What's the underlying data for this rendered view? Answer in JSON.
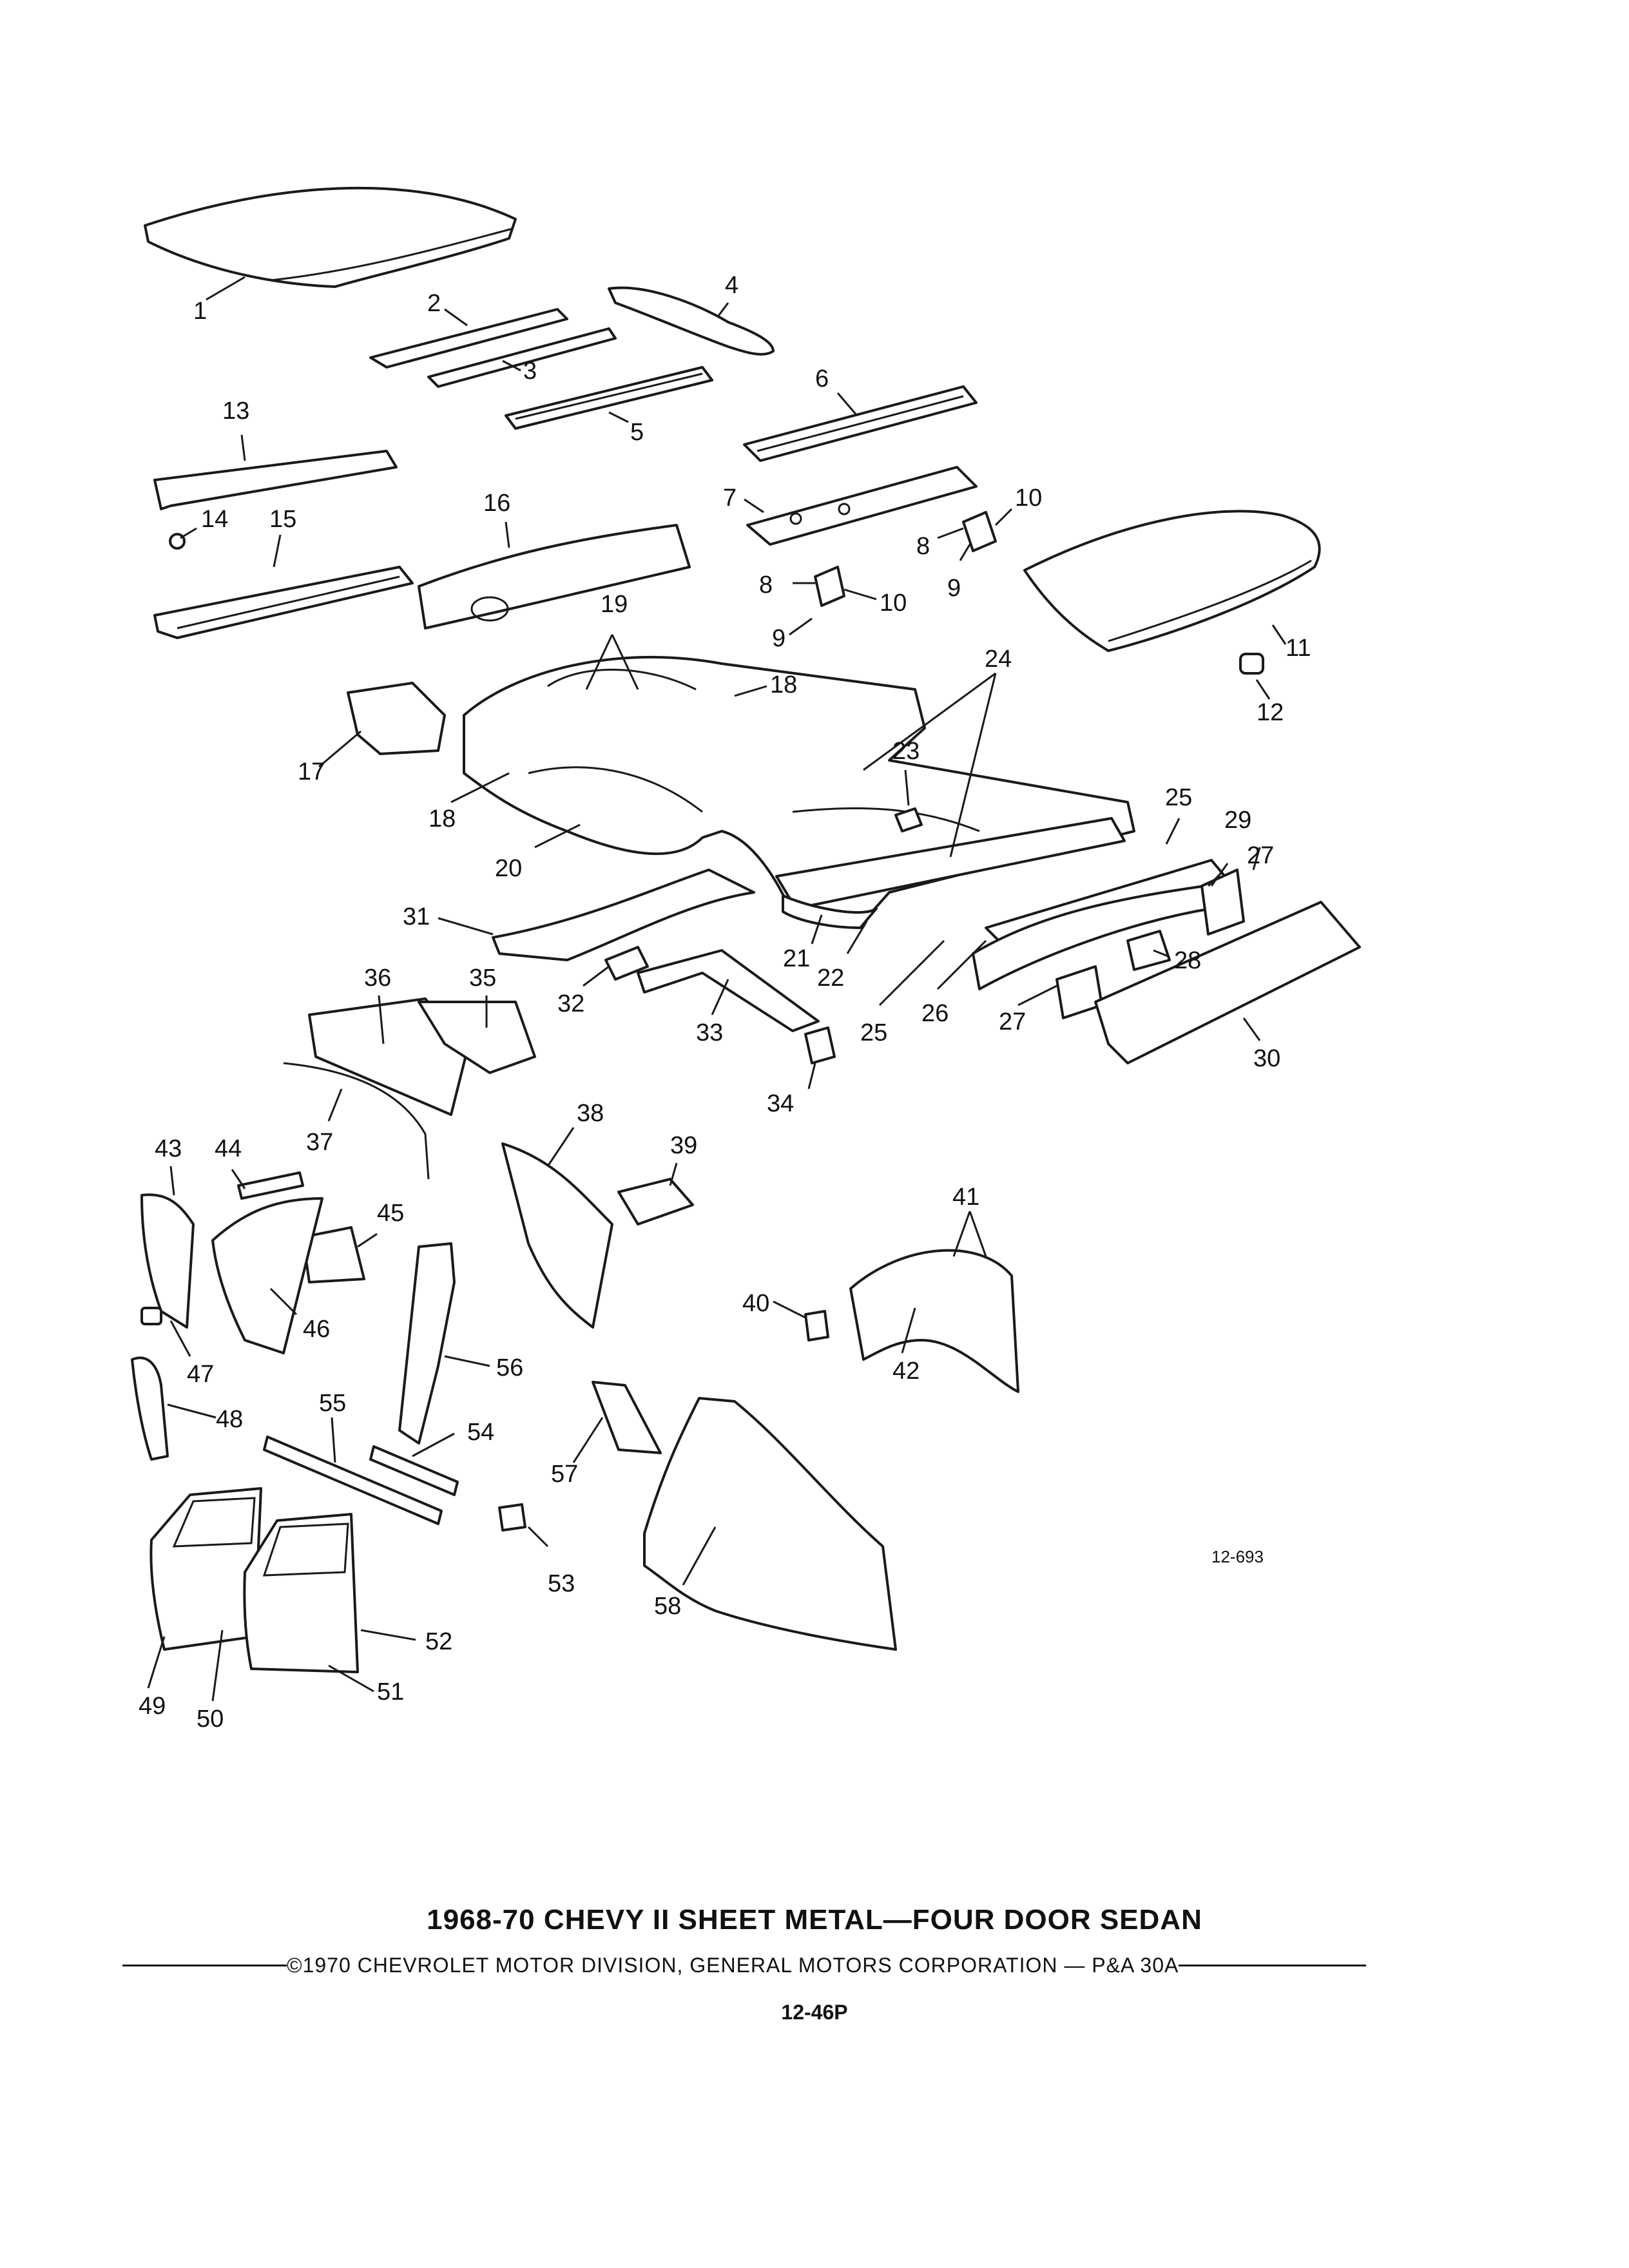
{
  "figure_code": "12-693",
  "callouts": [
    "1",
    "2",
    "3",
    "4",
    "5",
    "6",
    "7",
    "8",
    "8",
    "9",
    "9",
    "10",
    "10",
    "11",
    "12",
    "13",
    "14",
    "15",
    "16",
    "17",
    "18",
    "18",
    "19",
    "20",
    "21",
    "22",
    "23",
    "24",
    "25",
    "25",
    "26",
    "27",
    "27",
    "28",
    "29",
    "30",
    "31",
    "32",
    "33",
    "34",
    "35",
    "36",
    "37",
    "38",
    "39",
    "40",
    "41",
    "42",
    "43",
    "44",
    "45",
    "46",
    "47",
    "48",
    "49",
    "50",
    "51",
    "52",
    "53",
    "54",
    "55",
    "56",
    "57",
    "58"
  ],
  "footer": {
    "title": "1968-70 CHEVY II SHEET METAL—FOUR DOOR SEDAN",
    "copyright": "©1970 CHEVROLET MOTOR DIVISION, GENERAL MOTORS CORPORATION — P&A 30A",
    "page_number": "12-46P"
  }
}
